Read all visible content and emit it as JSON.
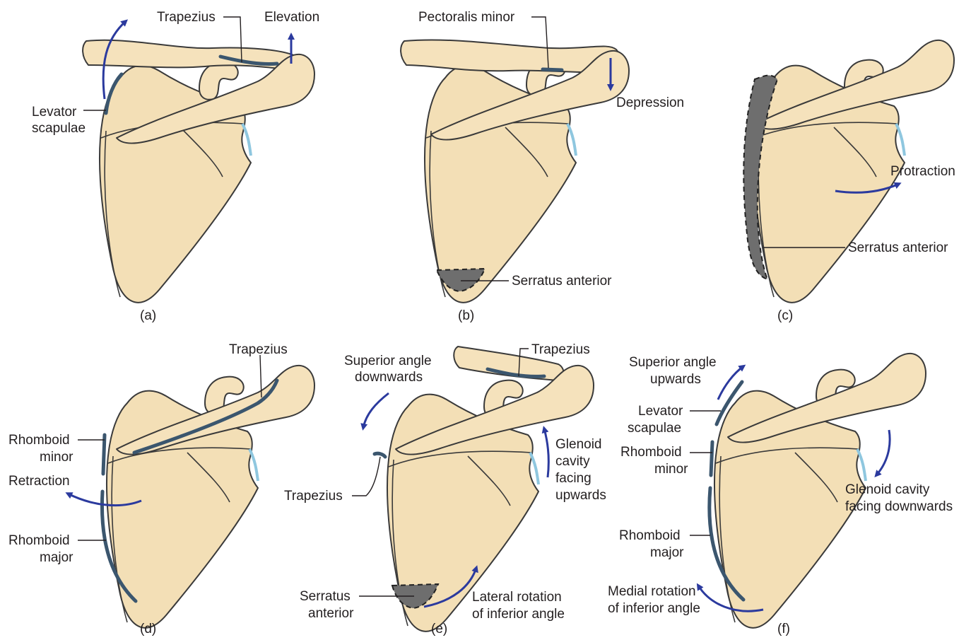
{
  "panels": {
    "a": {
      "caption": "(a)",
      "labels": {
        "trapezius": "Trapezius",
        "elevation": "Elevation",
        "levator_1": "Levator",
        "levator_2": "scapulae"
      }
    },
    "b": {
      "caption": "(b)",
      "labels": {
        "pectoralis_minor": "Pectoralis minor",
        "depression": "Depression",
        "serratus": "Serratus anterior"
      }
    },
    "c": {
      "caption": "(c)",
      "labels": {
        "protraction": "Protraction",
        "serratus": "Serratus anterior"
      }
    },
    "d": {
      "caption": "(d)",
      "labels": {
        "trapezius": "Trapezius",
        "rhomboid_minor_1": "Rhomboid",
        "rhomboid_minor_2": "minor",
        "retraction": "Retraction",
        "rhomboid_major_1": "Rhomboid",
        "rhomboid_major_2": "major"
      }
    },
    "e": {
      "caption": "(e)",
      "labels": {
        "trapezius_top": "Trapezius",
        "superior_1": "Superior angle",
        "superior_2": "downwards",
        "trapezius_mid": "Trapezius",
        "glenoid_1": "Glenoid",
        "glenoid_2": "cavity",
        "glenoid_3": "facing",
        "glenoid_4": "upwards",
        "serratus_1": "Serratus",
        "serratus_2": "anterior",
        "lateral_1": "Lateral rotation",
        "lateral_2": "of inferior angle"
      }
    },
    "f": {
      "caption": "(f)",
      "labels": {
        "superior_1": "Superior angle",
        "superior_2": "upwards",
        "levator_1": "Levator",
        "levator_2": "scapulae",
        "rhomboid_minor_1": "Rhomboid",
        "rhomboid_minor_2": "minor",
        "glenoid_1": "Glenoid cavity",
        "glenoid_2": "facing downwards",
        "rhomboid_major_1": "Rhomboid",
        "rhomboid_major_2": "major",
        "medial_1": "Medial rotation",
        "medial_2": "of inferior angle"
      }
    }
  },
  "colors": {
    "bone": "#f3dfb6",
    "muscle": "#3b566e",
    "arrow": "#2b3a9e",
    "glenoid": "#8fc7df",
    "muscle_area": "#6e6e6e"
  }
}
